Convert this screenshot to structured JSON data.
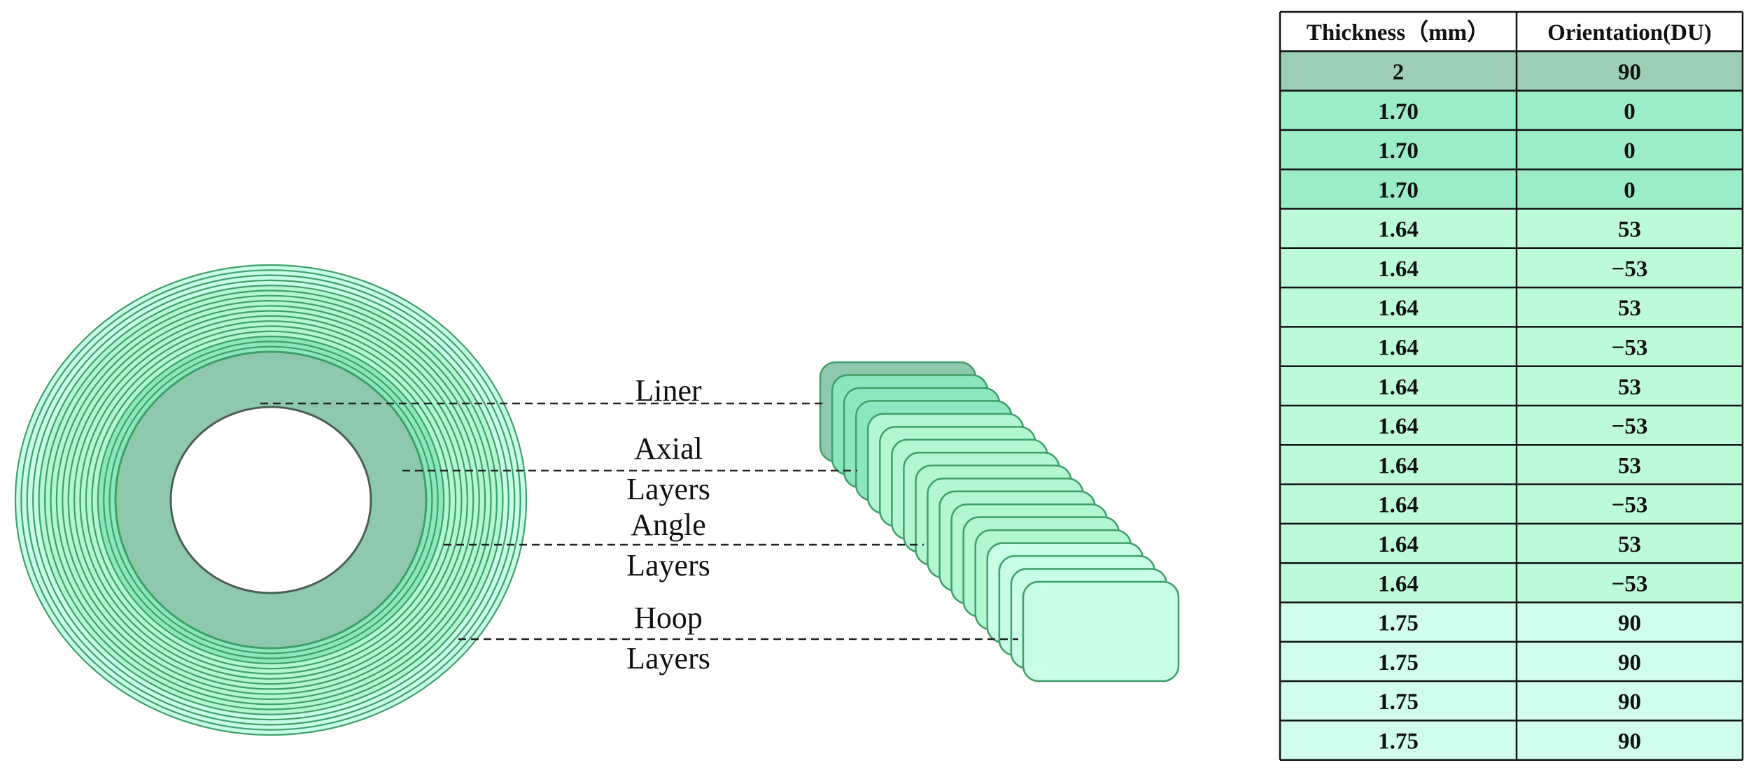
{
  "diagram": {
    "labels": {
      "liner": "Liner",
      "axial_1": "Axial",
      "axial_2": "Layers",
      "angle_1": "Angle",
      "angle_2": "Layers",
      "hoop_1": "Hoop",
      "hoop_2": "Layers"
    },
    "colors": {
      "liner": "#8fc9ad",
      "axial": "#8ce8bc",
      "angle": "#b3f7d2",
      "hoop": "#c8fde8",
      "stroke": "#3f9f68"
    }
  },
  "table": {
    "headers": [
      "Thickness（mm）",
      "Orientation(DU)"
    ],
    "rows": [
      {
        "thickness": "2",
        "orientation": "90",
        "group": "liner"
      },
      {
        "thickness": "1.70",
        "orientation": "0",
        "group": "axial"
      },
      {
        "thickness": "1.70",
        "orientation": "0",
        "group": "axial"
      },
      {
        "thickness": "1.70",
        "orientation": "0",
        "group": "axial"
      },
      {
        "thickness": "1.64",
        "orientation": "53",
        "group": "angle"
      },
      {
        "thickness": "1.64",
        "orientation": "−53",
        "group": "angle"
      },
      {
        "thickness": "1.64",
        "orientation": "53",
        "group": "angle"
      },
      {
        "thickness": "1.64",
        "orientation": "−53",
        "group": "angle"
      },
      {
        "thickness": "1.64",
        "orientation": "53",
        "group": "angle"
      },
      {
        "thickness": "1.64",
        "orientation": "−53",
        "group": "angle"
      },
      {
        "thickness": "1.64",
        "orientation": "53",
        "group": "angle"
      },
      {
        "thickness": "1.64",
        "orientation": "−53",
        "group": "angle"
      },
      {
        "thickness": "1.64",
        "orientation": "53",
        "group": "angle"
      },
      {
        "thickness": "1.64",
        "orientation": "−53",
        "group": "angle"
      },
      {
        "thickness": "1.75",
        "orientation": "90",
        "group": "hoop"
      },
      {
        "thickness": "1.75",
        "orientation": "90",
        "group": "hoop"
      },
      {
        "thickness": "1.75",
        "orientation": "90",
        "group": "hoop"
      },
      {
        "thickness": "1.75",
        "orientation": "90",
        "group": "hoop"
      }
    ]
  }
}
